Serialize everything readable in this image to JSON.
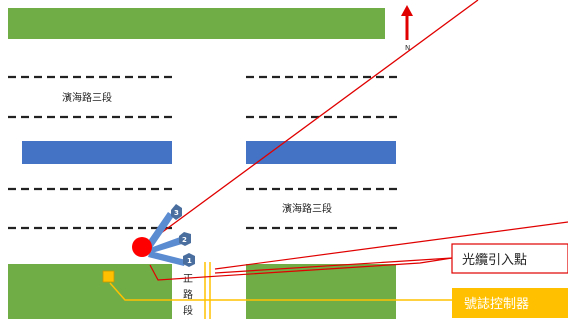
{
  "colors": {
    "green_block": "#70ad47",
    "blue_median": "#4472c4",
    "red_line": "#e00000",
    "signal_point": "#ff0000",
    "controller": "#ffc000",
    "badge_blue": "#5b8bd1",
    "callout_red_border": "#e00000",
    "callout_yellow_bg": "#ffc000"
  },
  "north_indicator": {
    "icon": "north-arrow-icon",
    "label": "N"
  },
  "roads": {
    "horizontal_label_left": "濱海路三段",
    "horizontal_label_right": "濱海路三段",
    "vertical_label_chars": [
      "正",
      "路",
      "段"
    ]
  },
  "markers": [
    {
      "number": "3"
    },
    {
      "number": "2"
    },
    {
      "number": "1"
    }
  ],
  "callouts": {
    "fiber_entry": "光纜引入點",
    "signal_controller": "號誌控制器"
  }
}
